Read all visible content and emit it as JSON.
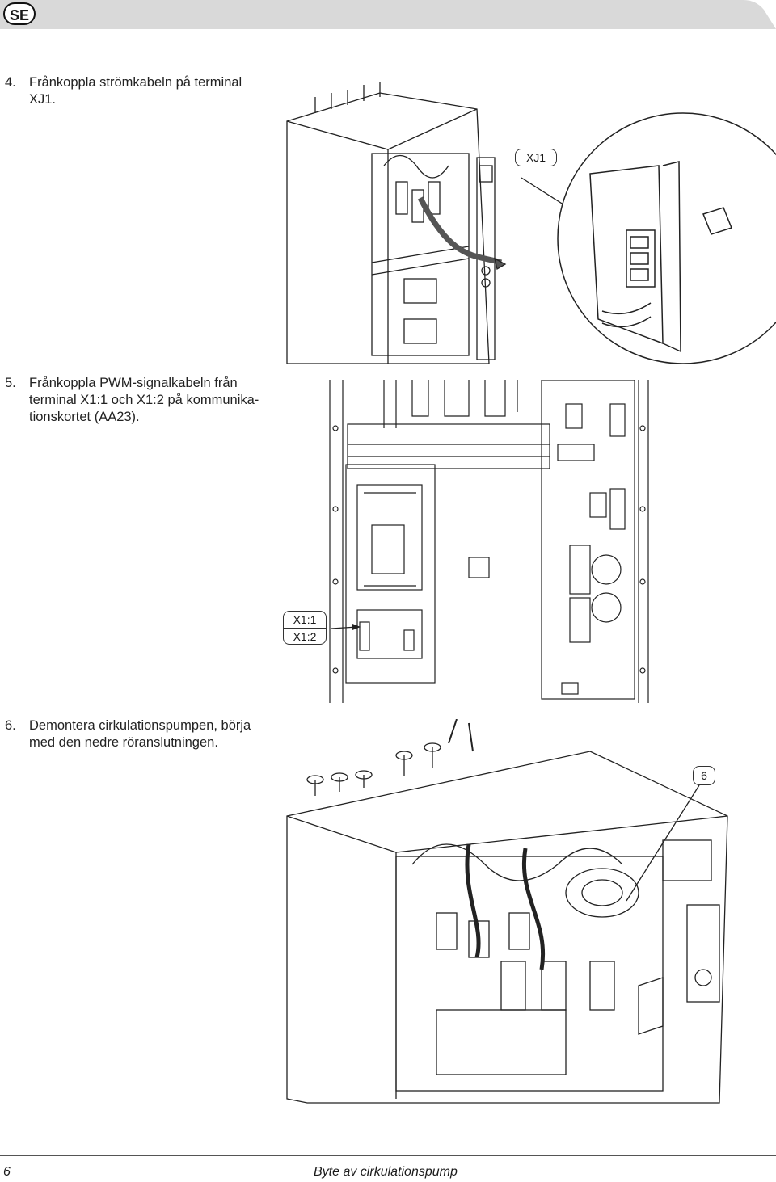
{
  "header": {
    "language_badge": "SE"
  },
  "steps": [
    {
      "number": "4.",
      "line1": "Frånkoppla strömkabeln på terminal",
      "line2": "XJ1."
    },
    {
      "number": "5.",
      "line1": "Frånkoppla PWM-signalkabeln från",
      "line2": "terminal X1:1 och X1:2 på kommunika-",
      "line3": "tionskortet (AA23)."
    },
    {
      "number": "6.",
      "line1": "Demontera cirkulationspumpen, börja",
      "line2": "med den nedre röranslutningen."
    }
  ],
  "callouts": {
    "xj1": "XJ1",
    "x1_1": "X1:1",
    "x1_2": "X1:2",
    "six": "6"
  },
  "footer": {
    "page_number": "6",
    "title": "Byte av cirkulationspump"
  },
  "colors": {
    "ink": "#1a1a1a",
    "header_fill": "#d9d9d9",
    "accent_gray": "#cfcfcf"
  }
}
